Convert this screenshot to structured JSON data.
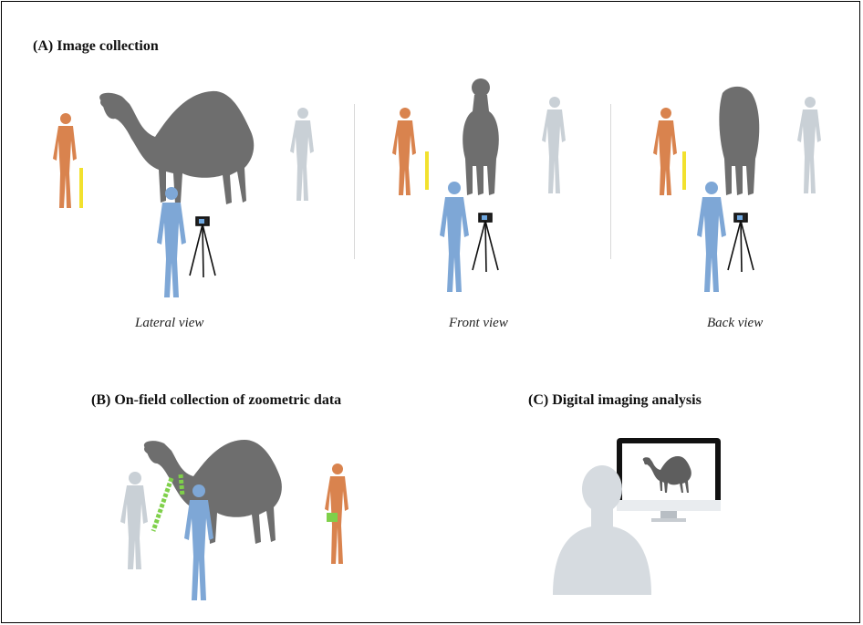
{
  "section_a": {
    "title": "(A) Image collection",
    "views": [
      {
        "label": "Lateral view"
      },
      {
        "label": "Front view"
      },
      {
        "label": "Back view"
      }
    ]
  },
  "section_b": {
    "title": "(B) On-field collection of zoometric data"
  },
  "section_c": {
    "title": "(C) Digital imaging analysis"
  },
  "colors": {
    "camel": "#6e6e6e",
    "assistant_figure": "#d9834e",
    "photographer_figure": "#7ea7d6",
    "observer_figure": "#c9d0d6",
    "measuring_stick": "#f2e12e",
    "measuring_tape": "#7fd04a"
  }
}
